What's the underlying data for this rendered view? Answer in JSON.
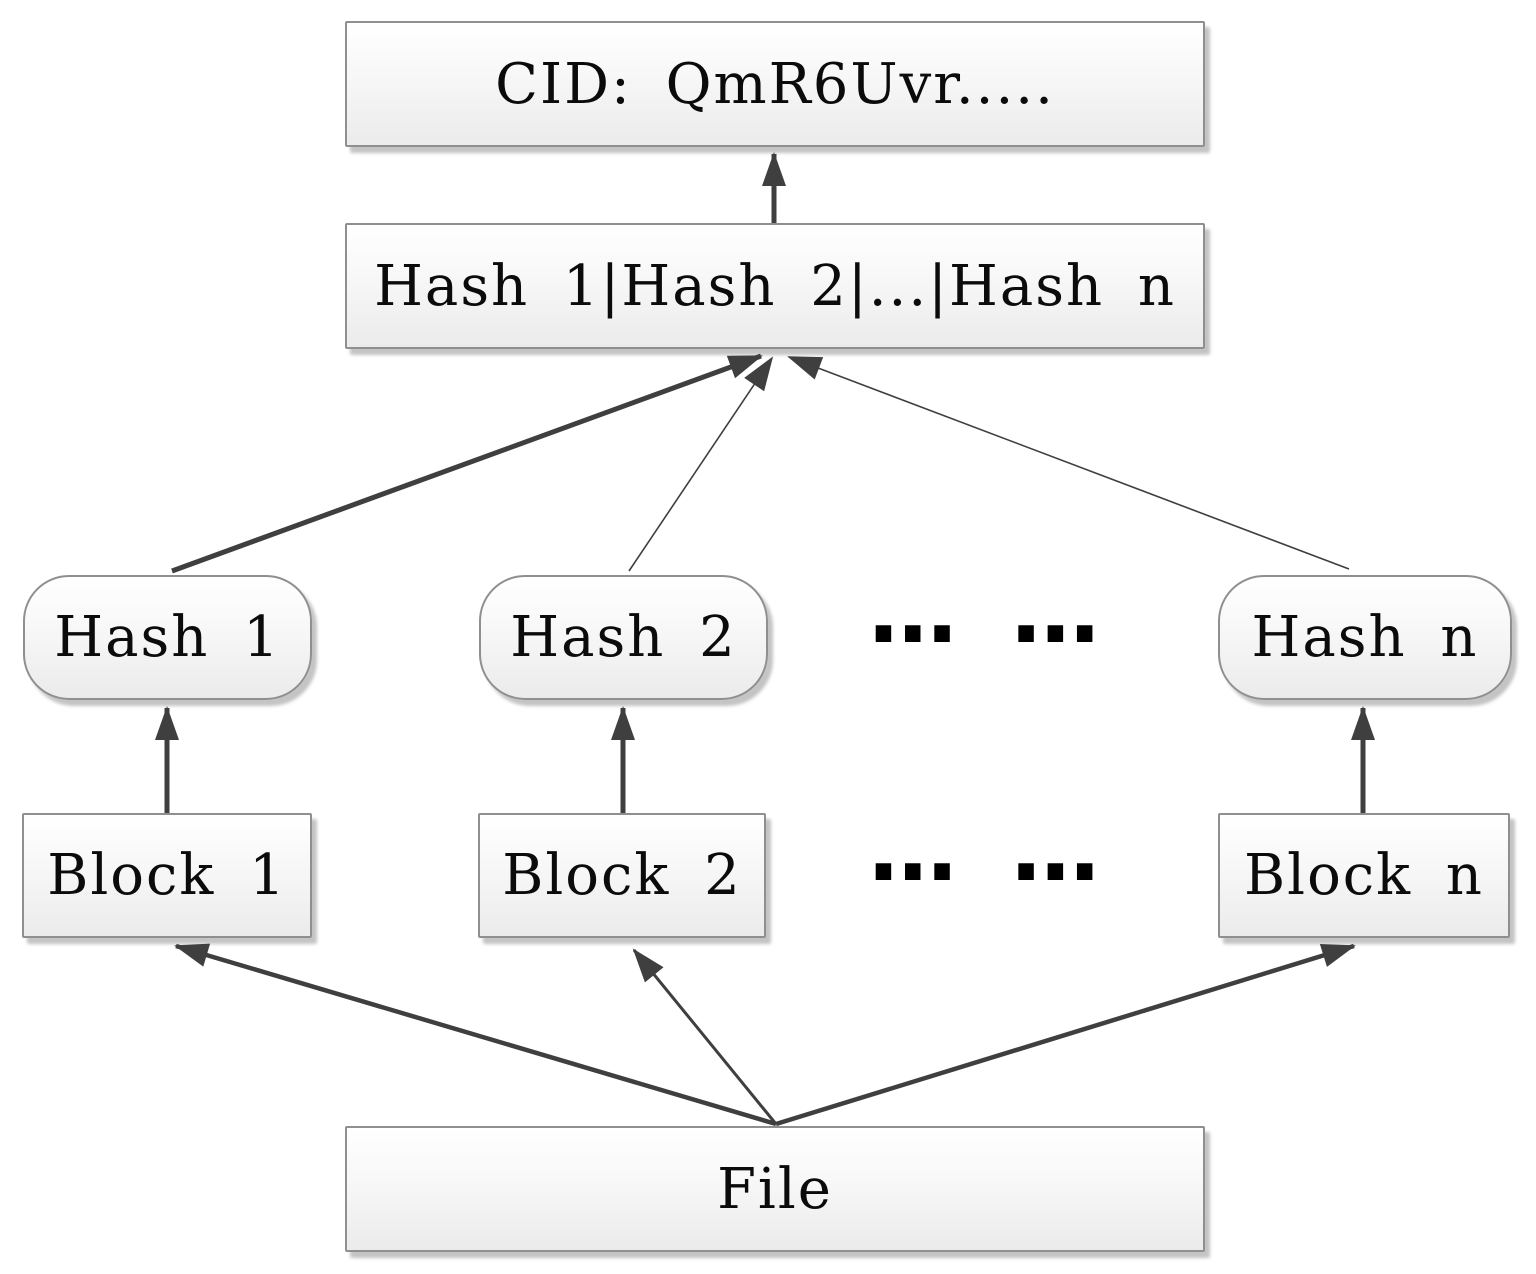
{
  "nodes": {
    "cid": {
      "label": "CID: QmR6Uvr....."
    },
    "hash_list": {
      "label": "Hash 1|Hash 2|...|Hash n"
    },
    "hash_1": {
      "label": "Hash 1"
    },
    "hash_2": {
      "label": "Hash 2"
    },
    "hash_row_ellipsis": {
      "label": "… …"
    },
    "hash_n": {
      "label": "Hash n"
    },
    "block_1": {
      "label": "Block 1"
    },
    "block_2": {
      "label": "Block 2"
    },
    "block_row_ellipsis": {
      "label": "… …"
    },
    "block_n": {
      "label": "Block n"
    },
    "file": {
      "label": "File"
    }
  },
  "edges": [
    {
      "from": "hash_list",
      "to": "cid"
    },
    {
      "from": "hash_1",
      "to": "hash_list"
    },
    {
      "from": "hash_2",
      "to": "hash_list"
    },
    {
      "from": "hash_n",
      "to": "hash_list"
    },
    {
      "from": "block_1",
      "to": "hash_1"
    },
    {
      "from": "block_2",
      "to": "hash_2"
    },
    {
      "from": "block_n",
      "to": "hash_n"
    },
    {
      "from": "file",
      "to": "block_1"
    },
    {
      "from": "file",
      "to": "block_2"
    },
    {
      "from": "file",
      "to": "block_n"
    }
  ],
  "colors": {
    "background": "#ffffff",
    "node_fill_top": "#ffffff",
    "node_fill_bottom": "#ebebeb",
    "node_border": "#8f8f8f",
    "arrow": "#3f3f3f",
    "text": "#0b0b0b",
    "shadow": "#c4c4c4"
  }
}
